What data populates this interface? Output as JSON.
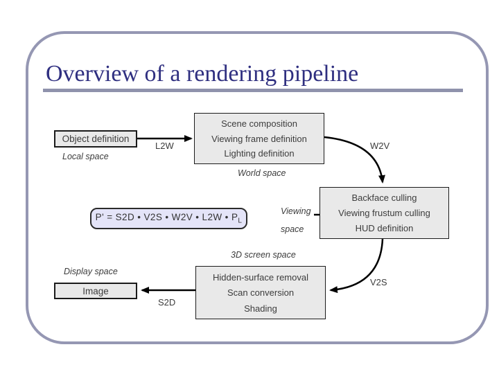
{
  "slide": {
    "title": "Overview of a rendering pipeline",
    "colors": {
      "title_text": "#2F2F80",
      "frame_border": "#9597B3",
      "title_rule": "#8F92AC",
      "box_fill": "#E9E9E9",
      "box_border": "#1A1A1A",
      "formula_fill": "#E4E4F8",
      "diagram_text": "#3C3C3C",
      "arrow": "#000000"
    }
  },
  "diagram": {
    "object_box": {
      "label": "Object definition"
    },
    "scene_box": {
      "lines": [
        "Scene composition",
        "Viewing frame definition",
        "Lighting definition"
      ]
    },
    "culling_box": {
      "lines": [
        "Backface culling",
        "Viewing frustum culling",
        "HUD definition"
      ]
    },
    "raster_box": {
      "lines": [
        "Hidden-surface removal",
        "Scan conversion",
        "Shading"
      ]
    },
    "image_box": {
      "label": "Image"
    },
    "formula_box": {
      "expression": "P' = S2D • V2S • W2V • L2W • P",
      "subscript": "L"
    },
    "space_labels": {
      "local": "Local space",
      "world": "World space",
      "viewing_line1": "Viewing",
      "viewing_line2": "space",
      "screen3d": "3D screen space",
      "display": "Display space"
    },
    "transforms": {
      "l2w": "L2W",
      "w2v": "W2V",
      "v2s": "V2S",
      "s2d": "S2D"
    }
  }
}
